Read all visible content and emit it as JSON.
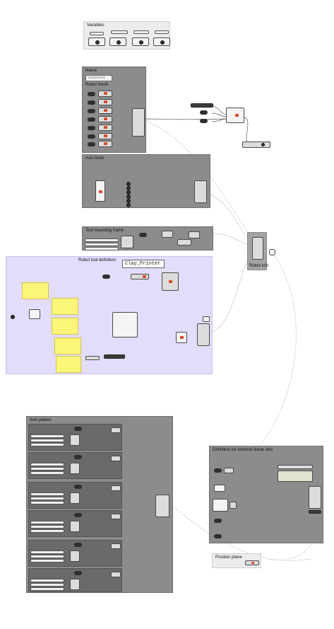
{
  "groups": {
    "variables": {
      "title": "Variables"
    },
    "name": {
      "title": "Name",
      "value": "????????"
    },
    "robot_mesh": {
      "title": "Robot mesh"
    },
    "axis_limits": {
      "title": "Axis limits"
    },
    "tool_mounting_frame": {
      "title": "Tool mounting frame"
    },
    "robot_tool_definition": {
      "title": "Robot tool definition",
      "tool_name": "Clay_Printer"
    },
    "robot_info": {
      "title": "Robot info"
    },
    "axis_planes": {
      "title": "Axis planes"
    },
    "external_linear_axis": {
      "title": "Definition for external linear axis"
    },
    "position_plane": {
      "title": "Position plane"
    }
  }
}
